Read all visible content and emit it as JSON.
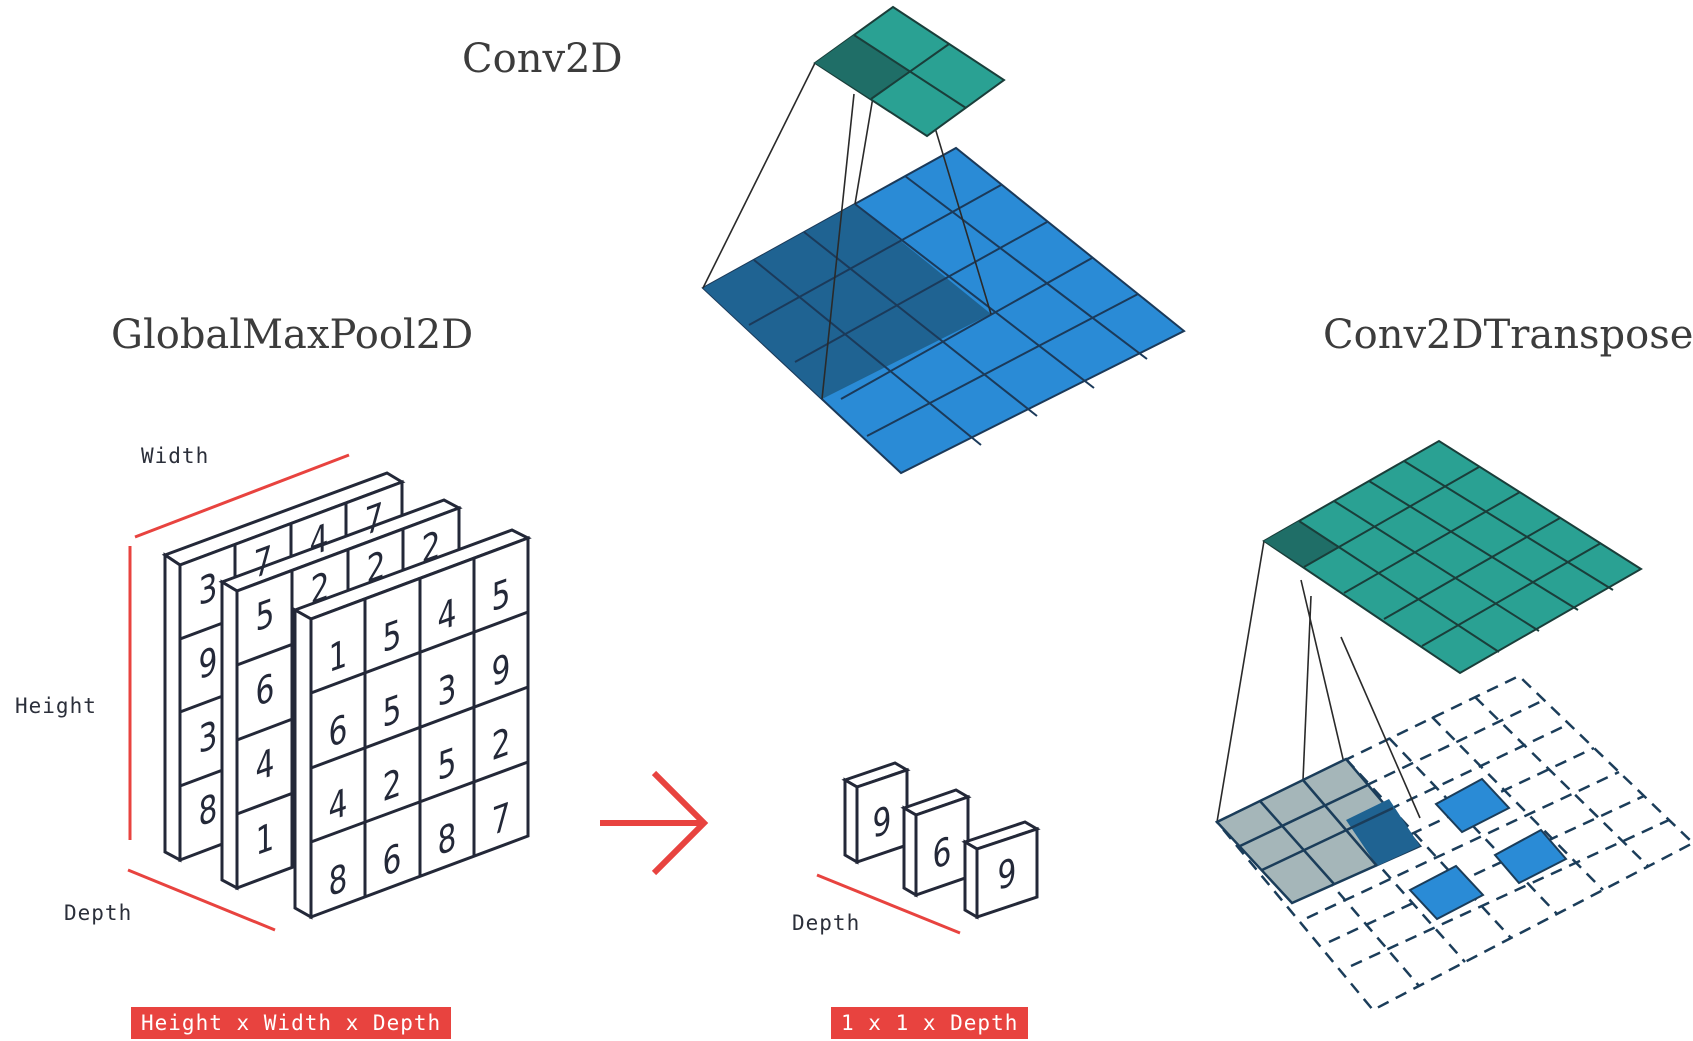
{
  "titles": {
    "conv2d": "Conv2D",
    "global_max_pool": "GlobalMaxPool2D",
    "conv2d_transpose": "Conv2DTranspose"
  },
  "pool": {
    "width_label": "Width",
    "height_label": "Height",
    "depth_label": "Depth",
    "output_depth_label": "Depth",
    "input_shape": "Height x Width x Depth",
    "output_shape": "1 x 1 x Depth",
    "back_sheet": [
      "3",
      "7",
      "4",
      "7",
      "9",
      "3",
      "8"
    ],
    "middle_sheet": [
      "5",
      "2",
      "2",
      "2",
      "6",
      "4",
      "1"
    ],
    "front_sheet": [
      [
        "1",
        "5",
        "4",
        "5"
      ],
      [
        "6",
        "5",
        "3",
        "9"
      ],
      [
        "4",
        "2",
        "5",
        "2"
      ],
      [
        "8",
        "6",
        "8",
        "7"
      ]
    ],
    "outputs": [
      "9",
      "6",
      "9"
    ]
  },
  "colors": {
    "input_blue": "#2a8bd6",
    "input_blue_dark": "#1f6392",
    "output_teal": "#2aa193",
    "output_teal_dark": "#1f6e67",
    "accent_red": "#e8433f",
    "ink": "#232838",
    "gray_tile": "#a5b6b9"
  }
}
